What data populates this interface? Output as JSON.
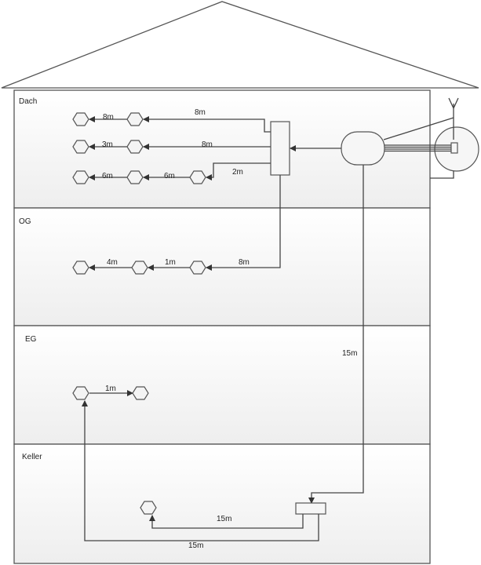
{
  "floors": {
    "dach": "Dach",
    "og": "OG",
    "eg": "EG",
    "keller": "Keller"
  },
  "lengths": {
    "dach_row1_main": "8m",
    "dach_row1_end": "8m",
    "dach_row2_main": "8m",
    "dach_row2_end": "3m",
    "dach_row3_feed": "2m",
    "dach_row3_mid": "6m",
    "dach_row3_end": "6m",
    "og_main": "8m",
    "og_mid": "1m",
    "og_end": "4m",
    "riser": "15m",
    "eg_link": "1m",
    "keller_local": "15m",
    "keller_to_eg": "15m"
  }
}
